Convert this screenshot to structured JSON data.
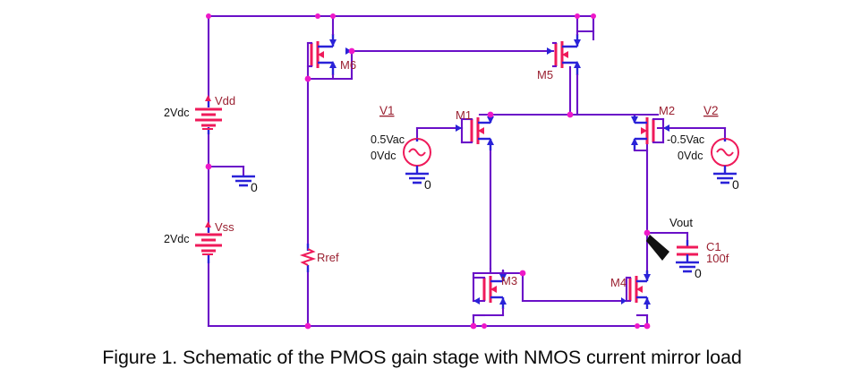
{
  "figure": {
    "caption": "Figure 1. Schematic of the PMOS gain stage with NMOS current mirror load"
  },
  "colors": {
    "wire": "#6a10c8",
    "wire_pin": "#2a22d8",
    "device": "#ef1a5a",
    "junction": "#ee18c8",
    "device_label": "#9a2030",
    "text": "#111111",
    "background": "#ffffff"
  },
  "sources": {
    "vdd": {
      "name": "Vdd",
      "value": "2Vdc",
      "type": "dc-voltage-source"
    },
    "vss": {
      "name": "Vss",
      "value": "2Vdc",
      "type": "dc-voltage-source"
    },
    "v1": {
      "name": "V1",
      "ac": "0.5Vac",
      "dc": "0Vdc",
      "type": "ac-voltage-source"
    },
    "v2": {
      "name": "V2",
      "ac": "-0.5Vac",
      "dc": "0Vdc",
      "type": "ac-voltage-source"
    }
  },
  "transistors": [
    {
      "name": "M6",
      "type": "pmos"
    },
    {
      "name": "M5",
      "type": "pmos"
    },
    {
      "name": "M1",
      "type": "pmos"
    },
    {
      "name": "M2",
      "type": "pmos"
    },
    {
      "name": "M3",
      "type": "nmos"
    },
    {
      "name": "M4",
      "type": "nmos"
    }
  ],
  "passives": {
    "rref": {
      "name": "Rref",
      "type": "resistor"
    },
    "c1": {
      "name": "C1",
      "value": "100f",
      "type": "capacitor"
    }
  },
  "nets": {
    "vout": "Vout"
  },
  "grounds": [
    {
      "label": "0"
    },
    {
      "label": "0"
    },
    {
      "label": "0"
    },
    {
      "label": "0"
    }
  ]
}
